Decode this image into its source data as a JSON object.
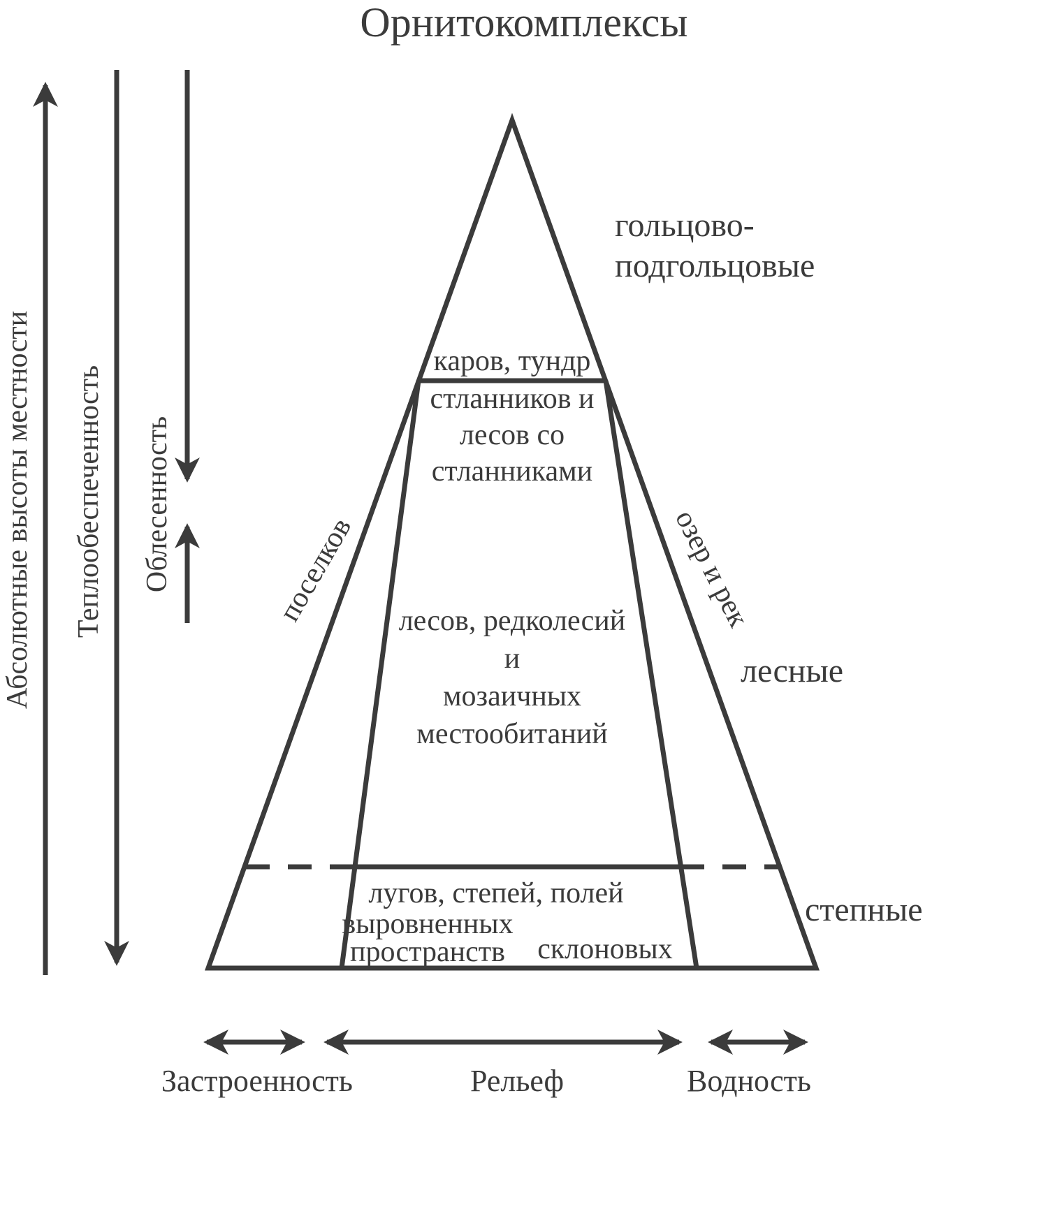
{
  "title": "Орнитокомплексы",
  "left_axes": {
    "absolute_heights": "Абсолютные высоты местности",
    "heat_supply": "Теплообеспеченность",
    "forest_cover": "Облесенность"
  },
  "zone_labels": {
    "alpine_line1": "гольцово-",
    "alpine_line2": "подгольцовые",
    "forest": "лесные",
    "steppe": "степные"
  },
  "pyramid": {
    "karov_tundr": "каров, тундр",
    "stlanik_line1": "стланников и",
    "stlanik_line2": "лесов со",
    "stlanik_line3": "стланниками",
    "forest_line1": "лесов, редколесий",
    "forest_line2": "и",
    "forest_line3": "мозаичных",
    "forest_line4": "местообитаний",
    "meadows": "лугов, степей, полей",
    "flat_line1": "выровненных",
    "flat_line2": "пространств",
    "slopes": "склоновых",
    "settlements": "поселков",
    "lakes_rivers": "озер и рек"
  },
  "bottom_axes": {
    "built_up": "Застроенность",
    "relief": "Рельеф",
    "water": "Водность"
  },
  "colors": {
    "ink": "#3b3b3b",
    "background": "#ffffff"
  }
}
